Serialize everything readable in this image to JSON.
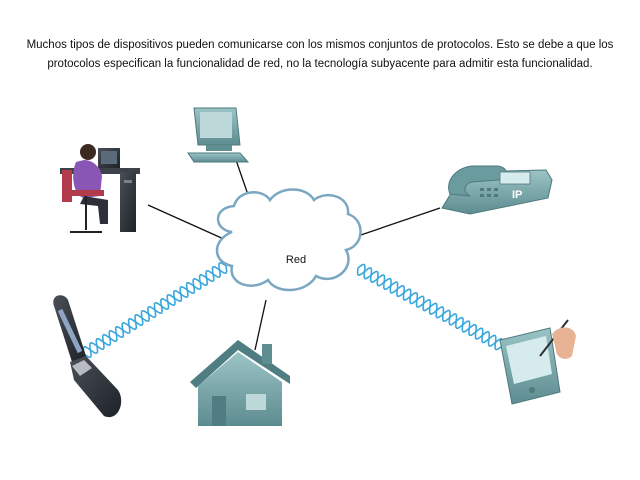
{
  "caption": "Muchos tipos de dispositivos pueden comunicarse con los mismos conjuntos de protocolos. Esto se debe a que los protocolos especifican la funcionalidad de red, no la tecnología subyacente para admitir esta funcionalidad.",
  "network": {
    "label": "Red",
    "phone_badge": "IP"
  },
  "colors": {
    "cloud_fill": "#ffffff",
    "cloud_stroke": "#7aa7c2",
    "device_teal": "#6e9c9f",
    "wireless": "#3aa8dc",
    "link": "#111111"
  }
}
